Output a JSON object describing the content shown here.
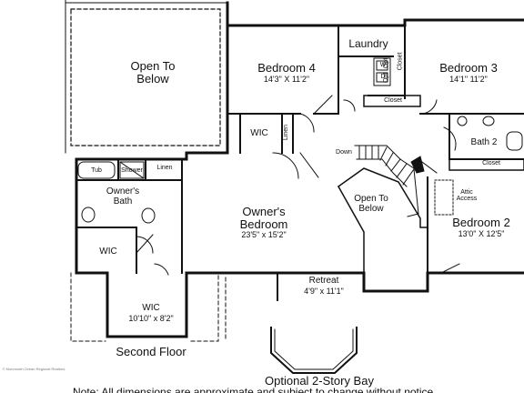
{
  "plan": {
    "caption": "Second Floor",
    "optional_caption": "Optional 2-Story Bay",
    "copyright": "© Monmouth Ocean Regional Realtors",
    "bottom_note": "Note: All dimensions are approximate and subject to change without notice"
  },
  "rooms": {
    "open_to_below_left": "Open To Below",
    "bedroom4": {
      "name": "Bedroom 4",
      "dim": "14'3\" X 11'2\""
    },
    "laundry": "Laundry",
    "w": "W",
    "d": "D",
    "opt": "Opt",
    "closet_vertical": "Closet",
    "bedroom3": {
      "name": "Bedroom 3",
      "dim": "14'1\" 11'2\""
    },
    "closet_mid": "Closet",
    "wic_upper": "WIC",
    "linen_vertical": "Linen",
    "down": "Down",
    "bath2": "Bath 2",
    "closet_right": "Closet",
    "tub": "Tub",
    "shower": "Shower",
    "linen": "Linen",
    "owners_bath": "Owner's Bath",
    "owners_bedroom": {
      "name": "Owner's Bedroom",
      "dim": "23'5\" x 15'2\""
    },
    "open_to_below_center": "Open To Below",
    "attic_access": "Attic Access",
    "bedroom2": {
      "name": "Bedroom 2",
      "dim": "13'0\" X 12'5\""
    },
    "wic_left": "WIC",
    "retreat": {
      "name": "Retreat",
      "dim": "4'9\" x 11'1\""
    },
    "wic_lower": {
      "name": "WIC",
      "dim": "10'10\" x 8'2\""
    }
  }
}
